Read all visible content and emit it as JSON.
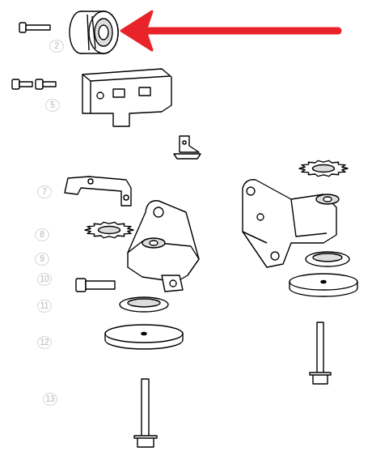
{
  "diagram": {
    "labels": [
      "2",
      "5",
      "7",
      "8",
      "9",
      "10",
      "11",
      "12",
      "13"
    ]
  }
}
